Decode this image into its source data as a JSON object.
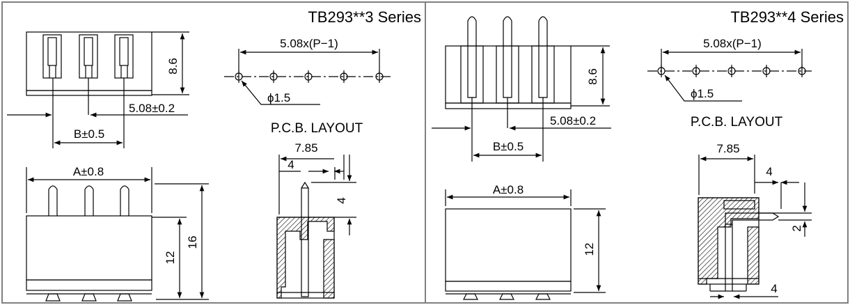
{
  "panels": [
    {
      "title": "TB293**3 Series",
      "pitch_label": "5.08x(P−1)",
      "hole_label": "ϕ1.5",
      "layout_label": "P.C.B. LAYOUT",
      "dim_height": "8.6",
      "dim_pitch": "5.08±0.2",
      "dim_b": "B±0.5",
      "dim_a": "A±0.8",
      "dim_12": "12",
      "dim_16": "16",
      "dim_785": "7.85",
      "dim_4a": "4",
      "dim_4b": "4"
    },
    {
      "title": "TB293**4 Series",
      "pitch_label": "5.08x(P−1)",
      "hole_label": "ϕ1.5",
      "layout_label": "P.C.B. LAYOUT",
      "dim_height": "8.6",
      "dim_pitch": "5.08±0.2",
      "dim_b": "B±0.5",
      "dim_a": "A±0.8",
      "dim_12": "12",
      "dim_785": "7.85",
      "dim_4a": "4",
      "dim_2": "2",
      "dim_4b": "4"
    }
  ],
  "colors": {
    "line": "#000000",
    "border": "#808080",
    "background": "#ffffff"
  }
}
